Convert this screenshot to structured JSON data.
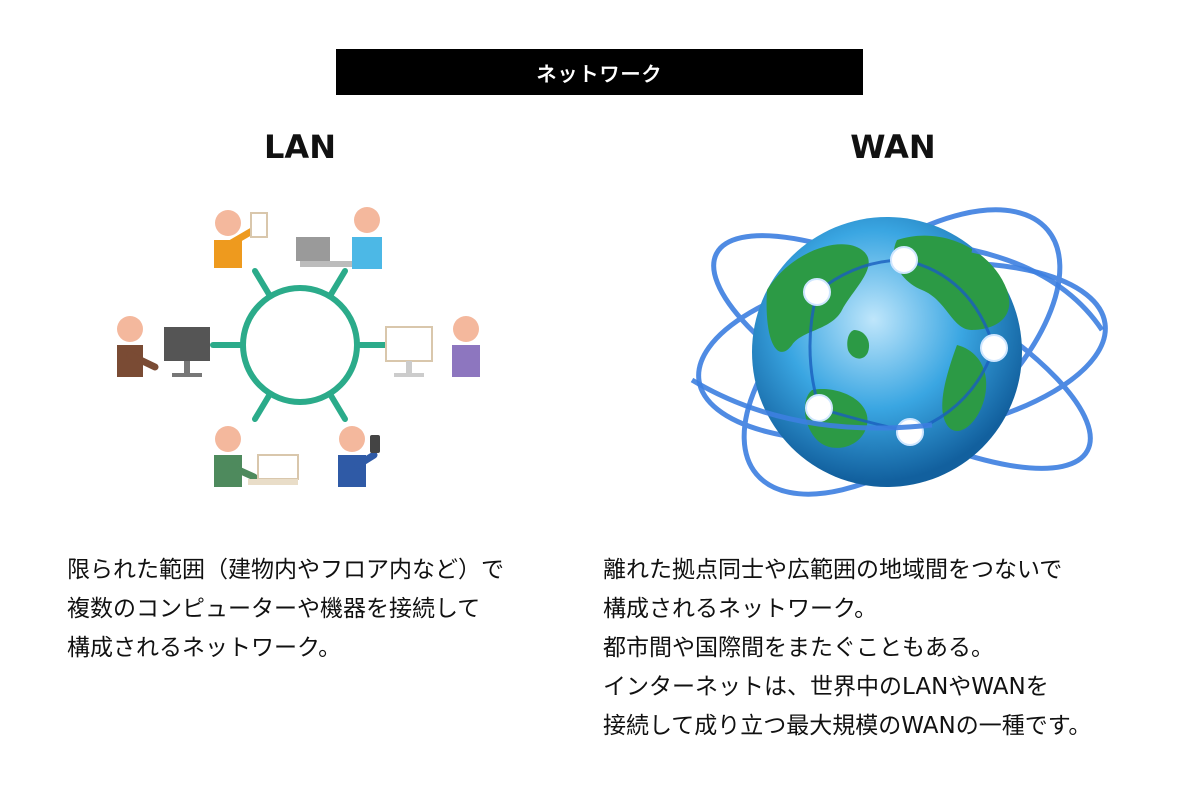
{
  "header": {
    "title": "ネットワーク"
  },
  "lan": {
    "heading": "LAN",
    "description": [
      "限られた範囲（建物内やフロア内など）で",
      "複数のコンピューターや機器を接続して",
      "構成されるネットワーク。"
    ],
    "colors": {
      "ring": "#2bab8a"
    },
    "people": [
      {
        "name": "person-orange-tablet",
        "color": "#ee9a1e"
      },
      {
        "name": "person-skyblue-laptop",
        "color": "#4cb8e6"
      },
      {
        "name": "person-brown-desktop",
        "color": "#7a4b34"
      },
      {
        "name": "person-purple-desktop",
        "color": "#8d76bf"
      },
      {
        "name": "person-green-laptop",
        "color": "#4e8a5d"
      },
      {
        "name": "person-blue-phone",
        "color": "#2f5aa6"
      }
    ]
  },
  "wan": {
    "heading": "WAN",
    "description": [
      "離れた拠点同士や広範囲の地域間をつないで",
      "構成されるネットワーク。",
      "都市間や国際間をまたぐこともある。",
      "インターネットは、世界中のLANやWANを",
      "接続して成り立つ最大規模のWANの一種です。"
    ],
    "colors": {
      "orbit": "#3d7fe0",
      "ocean": "#1f8fd0",
      "land": "#2c9a45"
    }
  }
}
